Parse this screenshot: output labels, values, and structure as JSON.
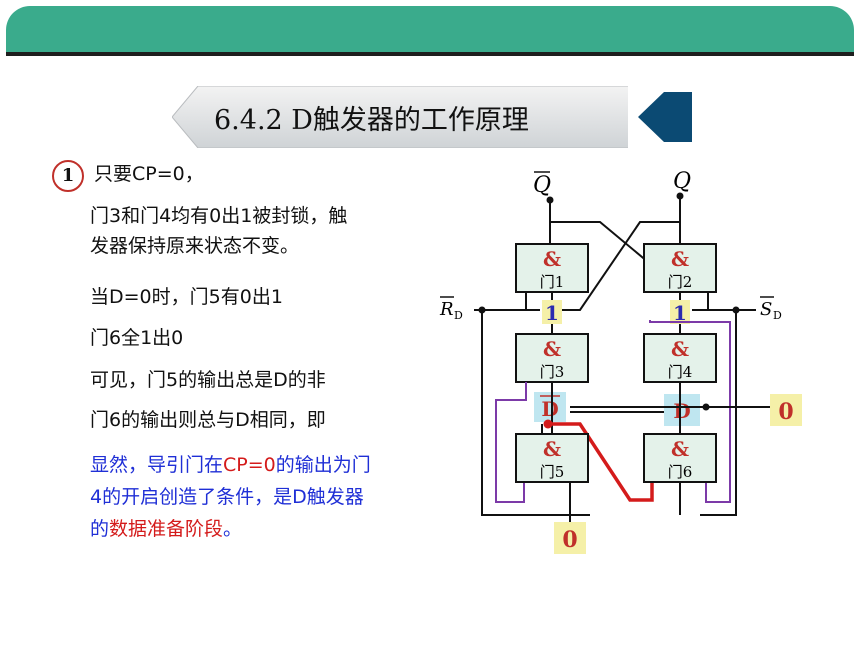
{
  "title": "6.4.2  D触发器的工作原理",
  "step_number": "1",
  "lines": {
    "l1": "只要CP=0，",
    "l2": "门3和门4均有0出1被封锁，触",
    "l3": "发器保持原来状态不变。",
    "l4": "当D=0时，门5有0出1",
    "l5": "门6全1出0",
    "l6": "可见，门5的输出总是D的非",
    "l7": "门6的输出则总与D相同，即",
    "l8a": "显然，导引门在",
    "l8b": "CP=0",
    "l8c": "的输出为门",
    "l9": "4的开启创造了条件，是D触发器",
    "l10a": "的",
    "l10b": "数据准备阶段",
    "l10c": "。"
  },
  "circuit": {
    "q_bar": "Q",
    "q": "Q",
    "rd": "R",
    "rd_sub": "D",
    "sd": "S",
    "sd_sub": "D",
    "and_symbol": "&",
    "gate1": "门1",
    "gate2": "门2",
    "gate3": "门3",
    "gate4": "门4",
    "gate5": "门5",
    "gate6": "门6",
    "mark_g3": "1",
    "mark_g4": "1",
    "dbar": "D",
    "d": "D",
    "input_value": "0",
    "output_value": "0"
  },
  "colors": {
    "header": "#3aab8c",
    "banner_arrow": "#0b4a73",
    "wire": "#111111",
    "purple": "#7c3aa8",
    "red": "#d41b1b",
    "gate_fill": "#e4f2ea",
    "highlight_yellow": "#f5f0a8",
    "highlight_cyan": "#bfe6f0"
  }
}
